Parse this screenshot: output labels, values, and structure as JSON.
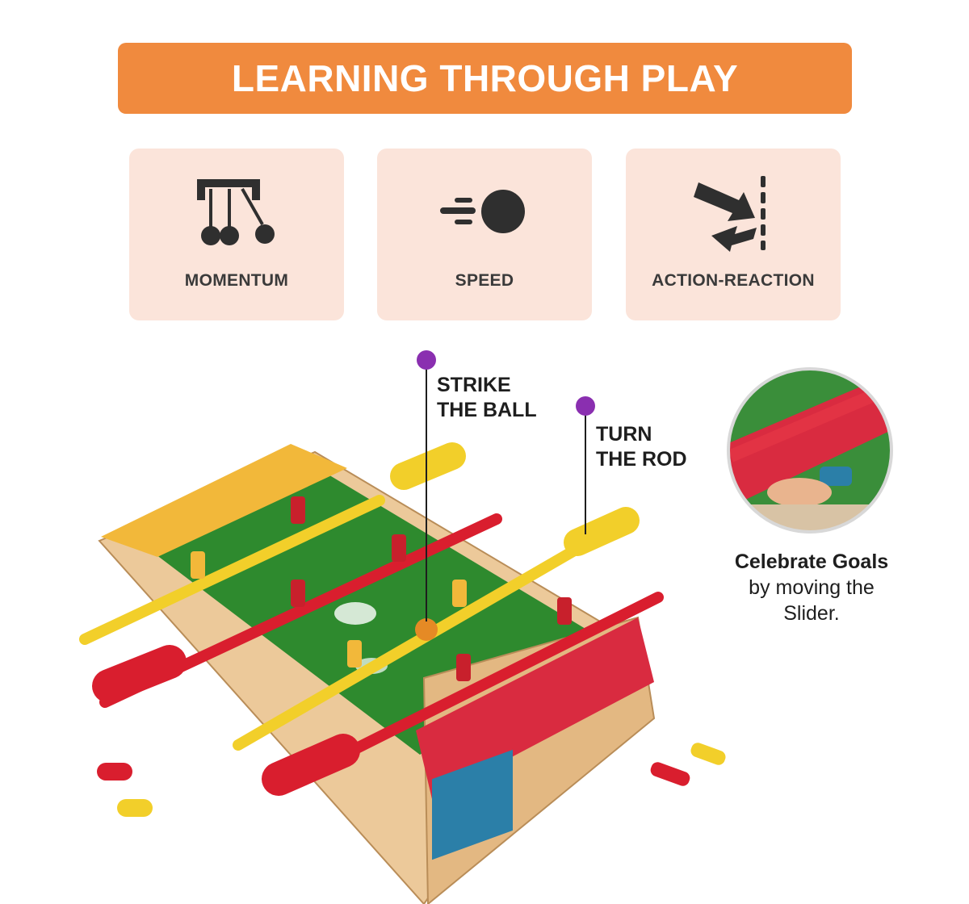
{
  "banner": {
    "title": "LEARNING THROUGH PLAY"
  },
  "concepts": [
    {
      "icon": "newtons-cradle-icon",
      "label": "MOMENTUM"
    },
    {
      "icon": "moving-ball-icon",
      "label": "SPEED"
    },
    {
      "icon": "action-reaction-arrows-icon",
      "label": "ACTION-REACTION"
    }
  ],
  "callouts": {
    "strike_line1": "STRIKE",
    "strike_line2": "THE BALL",
    "turn_line1": "TURN",
    "turn_line2": "THE ROD"
  },
  "side_note": {
    "headline": "Celebrate Goals",
    "line2": "by moving the",
    "line3": "Slider."
  },
  "colors": {
    "accent_orange": "#f08a3e",
    "card_background": "#fbe4da",
    "callout_dot": "#8a2fb0",
    "rod_yellow": "#f2cf2a",
    "rod_red": "#d91e2e",
    "field_green": "#2e8a2e",
    "wood": "#ecc99a"
  }
}
